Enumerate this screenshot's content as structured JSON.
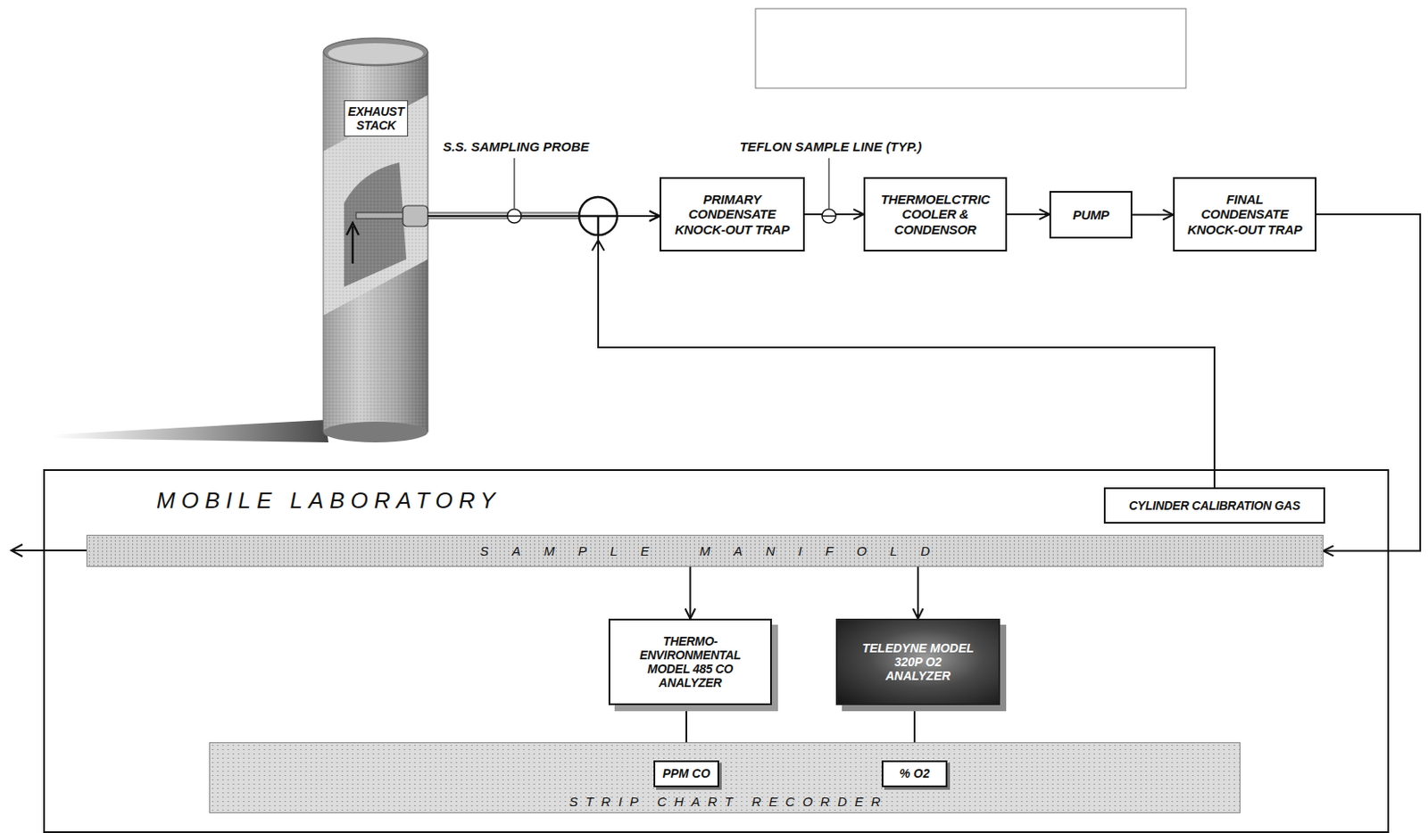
{
  "diagram": {
    "nodes": [
      {
        "text": [
          "EXHAUST STACK"
        ]
      },
      {
        "text": [
          "PRIMARY CONDENSATE KNOCK-OUT TRAP"
        ]
      },
      {
        "text": [
          "THERMOELCTRIC COOLER & CONDENSOR"
        ]
      },
      {
        "text": [
          "PUMP"
        ]
      },
      {
        "text": [
          "FINAL CONDENSATE KNOCK-OUT TRAP"
        ]
      },
      {
        "text": [
          "MOBILE LABORATORY"
        ]
      },
      {
        "text": [
          "CYLINDER CALIBRATION GAS"
        ],
        "in": 5
      },
      {
        "text": [
          "SAMPLE MANIFOLD"
        ],
        "in": 5
      },
      {
        "text": [
          "THERMO-ENVIRONMENTAL MODEL 485 CO ANALYZER"
        ],
        "in": 5
      },
      {
        "text": [
          "TELEDYNE MODEL 320P O2 ANALYZER"
        ],
        "in": 5
      },
      {
        "text": [
          "STRIP CHART RECORDER"
        ],
        "in": 5
      },
      {
        "text": [
          "PPM CO"
        ],
        "in": 10
      },
      {
        "text": [
          "% O2"
        ],
        "in": 10
      }
    ],
    "edges": [
      {
        "from": 0,
        "to": 1,
        "arrow": "to"
      },
      {
        "from": 6,
        "to": 1,
        "arrow": "to"
      },
      {
        "from": 1,
        "to": 2,
        "arrow": "to"
      },
      {
        "from": 2,
        "to": 3,
        "arrow": "to"
      },
      {
        "from": 3,
        "to": 4,
        "arrow": "to"
      },
      {
        "from": 4,
        "to": 7,
        "arrow": "to"
      },
      {
        "from": 7,
        "to": 8,
        "arrow": "to"
      },
      {
        "from": 7,
        "to": 9,
        "arrow": "to"
      },
      {
        "from": 8,
        "to": 11,
        "arrow": "to"
      },
      {
        "from": 9,
        "to": 12,
        "arrow": "to"
      }
    ],
    "labels": [
      "S.S. SAMPLING PROBE",
      "TEFLON SAMPLE LINE (TYP.)"
    ]
  }
}
